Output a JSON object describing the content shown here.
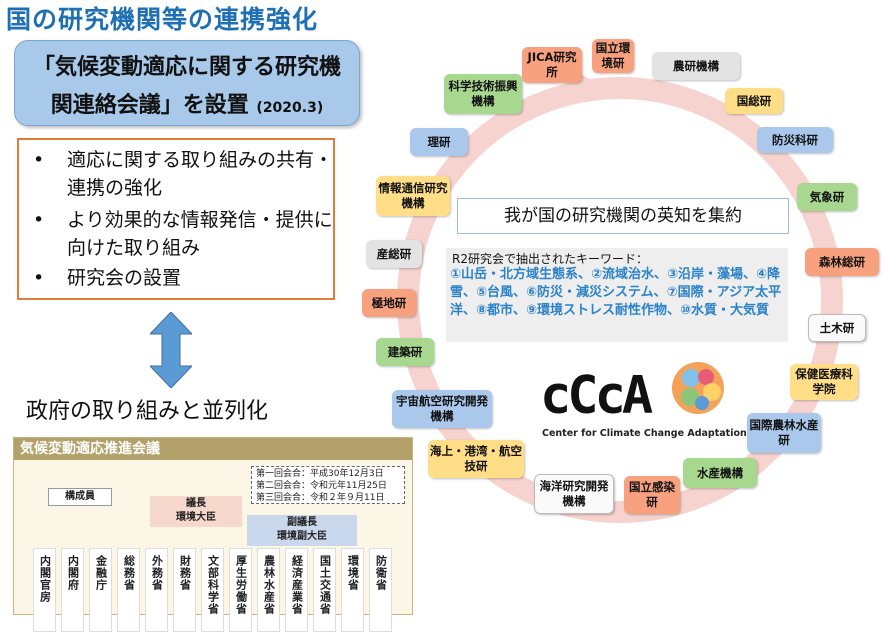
{
  "title": "国の研究機関等の連携強化",
  "council_box": {
    "line1": "「気候変動適応に関する研究機",
    "line2": "関連絡会議」を設置",
    "date": "(2020.3)"
  },
  "bullets": [
    {
      "mark": "•",
      "text": "適応に関する取り組みの共有・連携の強化"
    },
    {
      "mark": "•",
      "text": "より効果的な情報発信・提供に向けた取り組み"
    },
    {
      "mark": "•",
      "text": "研究会の設置"
    }
  ],
  "parallel_text": "政府の取り組みと並列化",
  "org_chart": {
    "header": "気候変動適応推進会議",
    "members_label": "構成員",
    "chair": {
      "line1": "議長",
      "line2": "環境大臣"
    },
    "vice_chair": {
      "line1": "副議長",
      "line2": "環境副大臣"
    },
    "meetings": [
      "第一回会合：平成30年12月3日",
      "第二回会合：令和元年11月25日",
      "第三回会合：令和２年９月11日"
    ],
    "ministries": [
      "内閣官房",
      "内閣府",
      "金融庁",
      "総務省",
      "外務省",
      "財務省",
      "文部科学省",
      "厚生労働省",
      "農林水産省",
      "経済産業省",
      "国土交通省",
      "環境省",
      "防衛省"
    ]
  },
  "ring_nodes": [
    {
      "label": "国立環境研",
      "color": "#f8a17e"
    },
    {
      "label": "農研機構",
      "color": "#e3e3e3"
    },
    {
      "label": "国総研",
      "color": "#ffde87"
    },
    {
      "label": "防災科研",
      "color": "#aac8ec"
    },
    {
      "label": "気象研",
      "color": "#a8d88f"
    },
    {
      "label": "森林総研",
      "color": "#f8a17e"
    },
    {
      "label": "土木研",
      "color": "#fafafa"
    },
    {
      "label": "保健医療科学院",
      "color": "#ffde87"
    },
    {
      "label": "国際農林水産研",
      "color": "#aac8ec"
    },
    {
      "label": "水産機構",
      "color": "#a8d88f"
    },
    {
      "label": "国立感染研",
      "color": "#f8a17e"
    },
    {
      "label": "海洋研究開発機構",
      "color": "#fafafa"
    },
    {
      "label": "海上・港湾・航空技研",
      "color": "#ffde87"
    },
    {
      "label": "宇宙航空研究開発機構",
      "color": "#aac8ec"
    },
    {
      "label": "建築研",
      "color": "#a8d88f"
    },
    {
      "label": "極地研",
      "color": "#f8a17e"
    },
    {
      "label": "産総研",
      "color": "#e3e3e3"
    },
    {
      "label": "情報通信研究機構",
      "color": "#ffde87"
    },
    {
      "label": "理研",
      "color": "#aac8ec"
    },
    {
      "label": "科学技術振興機構",
      "color": "#a8d88f"
    },
    {
      "label": "JICA研究所",
      "color": "#f8a17e"
    }
  ],
  "center_text": "我が国の研究機関の英知を集約",
  "keywords": {
    "title": "R2研究会で抽出されたキーワード：",
    "body": "①山岳・北方域生態系、②流域治水、③沿岸・藻場、④降雪、⑤台風、⑥防災・減災システム、⑦国際・アジア太平洋、⑧都市、⑨環境ストレス耐性作物、⑩水質・大気質"
  },
  "logo": {
    "text": "cCcA",
    "subtitle": "Center for Climate Change Adaptation"
  },
  "colors": {
    "accent": "#1f6fb5",
    "box_border": "#e07b39",
    "ring": "#f3c9c5",
    "keyword_text": "#2b82c9"
  }
}
